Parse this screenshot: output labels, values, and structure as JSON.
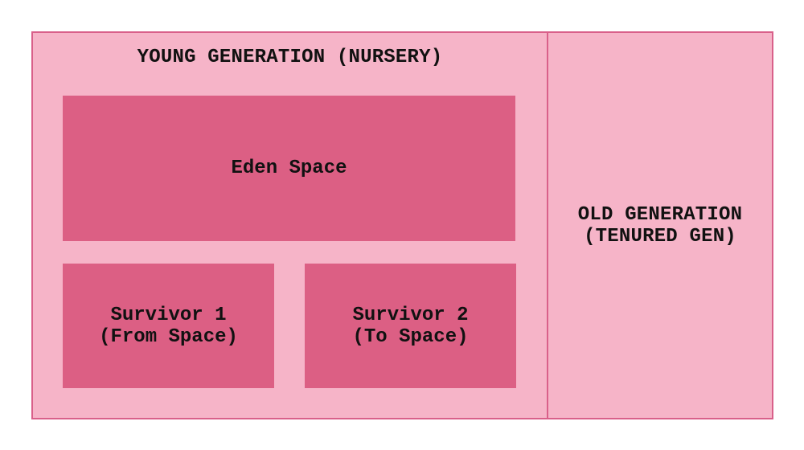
{
  "diagram": {
    "young_generation": {
      "label": "YOUNG GENERATION (NURSERY)",
      "eden": {
        "label": "Eden Space"
      },
      "survivor_1": {
        "label": "Survivor 1\n(From Space)"
      },
      "survivor_2": {
        "label": "Survivor 2\n(To Space)"
      }
    },
    "old_generation": {
      "label": "OLD GENERATION\n(TENURED GEN)"
    }
  },
  "colors": {
    "outer_fill": "#f6b4c8",
    "region_fill": "#dc5f84",
    "border": "#d9608a",
    "text": "#111111"
  }
}
